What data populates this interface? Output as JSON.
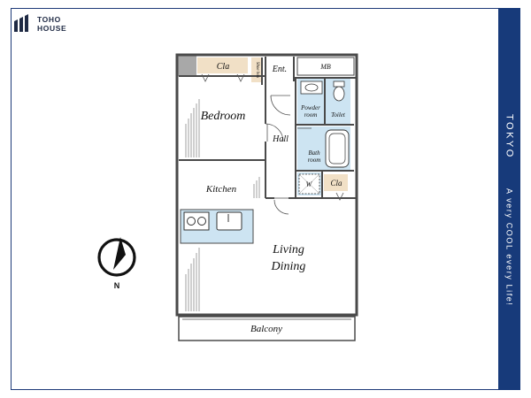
{
  "brand": {
    "line1": "TOHO",
    "line2": "HOUSE"
  },
  "sidebar": {
    "title": "TOKYO",
    "slogan": "A very COOL every Life!"
  },
  "compass": {
    "north_label": "N"
  },
  "rooms": {
    "closet_top": "Cla",
    "shoe_box": "Shoe box",
    "entrance": "Ent.",
    "meter_box": "MB",
    "bedroom": "Bedroom",
    "powder_room_1": "Powder",
    "powder_room_2": "room",
    "toilet": "Toilet",
    "hall": "Hall",
    "bath_room_1": "Bath",
    "bath_room_2": "room",
    "washer": "W",
    "closet_small": "Cla",
    "kitchen": "Kitchen",
    "living_1": "Living",
    "living_2": "Dining",
    "balcony": "Balcony"
  },
  "colors": {
    "navy": "#173a7a",
    "wall": "#4a4a4a",
    "closet": "#f1e0c6",
    "water": "#cde4f2",
    "wall_gray": "#b0b0b0"
  }
}
